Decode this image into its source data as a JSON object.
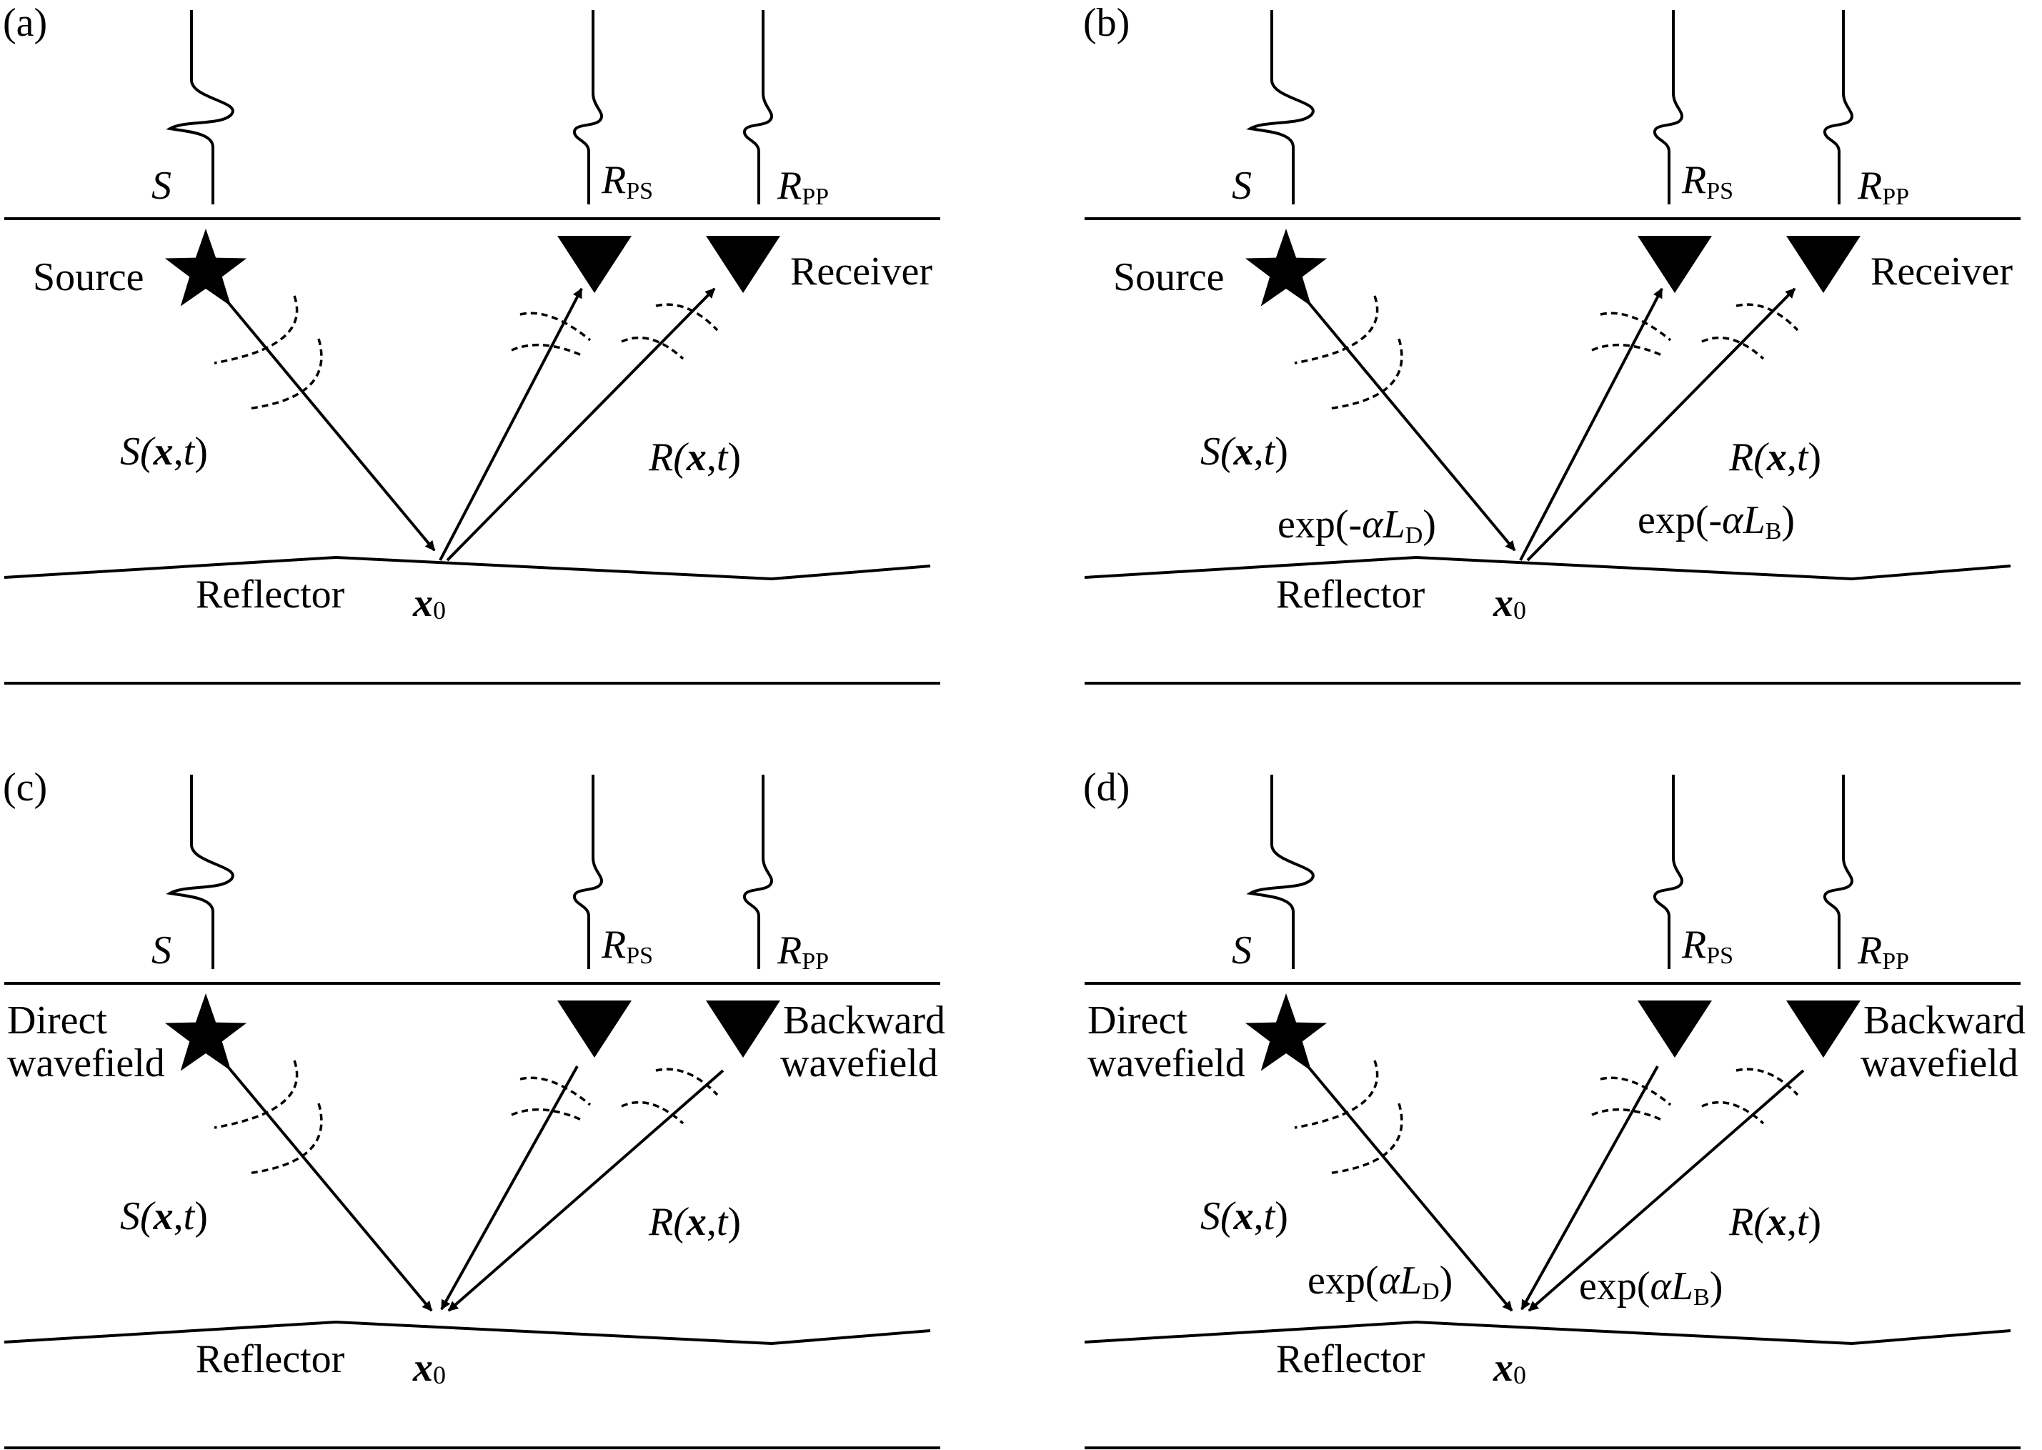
{
  "panels": [
    {
      "id": "a",
      "panel_label": "(a)",
      "source_label": "Source",
      "receiver_label": "Receiver",
      "trace_s": "S",
      "trace_rps_main": "R",
      "trace_rps_sub": "PS",
      "trace_rpp_main": "R",
      "trace_rpp_sub": "PP",
      "s_eq": {
        "a": "S(",
        "b": "x",
        "c": ",",
        "d": "t",
        "e": ")"
      },
      "r_eq": {
        "a": "R(",
        "b": "x",
        "c": ",",
        "d": "t",
        "e": ")"
      },
      "reflector_label": "Reflector",
      "x0": {
        "main": "x",
        "sub": "0"
      },
      "att_d": null,
      "att_b": null,
      "arrows_toward_receivers": true
    },
    {
      "id": "b",
      "panel_label": "(b)",
      "source_label": "Source",
      "receiver_label": "Receiver",
      "trace_s": "S",
      "trace_rps_main": "R",
      "trace_rps_sub": "PS",
      "trace_rpp_main": "R",
      "trace_rpp_sub": "PP",
      "s_eq": {
        "a": "S(",
        "b": "x",
        "c": ",",
        "d": "t",
        "e": ")"
      },
      "r_eq": {
        "a": "R(",
        "b": "x",
        "c": ",",
        "d": "t",
        "e": ")"
      },
      "reflector_label": "Reflector",
      "x0": {
        "main": "x",
        "sub": "0"
      },
      "att_d": {
        "pre": "exp(-",
        "alpha": "α",
        "L": "L",
        "sub": "D",
        "post": ")"
      },
      "att_b": {
        "pre": "exp(-",
        "alpha": "α",
        "L": "L",
        "sub": "B",
        "post": ")"
      },
      "arrows_toward_receivers": true
    },
    {
      "id": "c",
      "panel_label": "(c)",
      "source_label_1": "Direct",
      "source_label_2": "wavefield",
      "receiver_label_1": "Backward",
      "receiver_label_2": "wavefield",
      "trace_s": "S",
      "trace_rps_main": "R",
      "trace_rps_sub": "PS",
      "trace_rpp_main": "R",
      "trace_rpp_sub": "PP",
      "s_eq": {
        "a": "S(",
        "b": "x",
        "c": ",",
        "d": "t",
        "e": ")"
      },
      "r_eq": {
        "a": "R(",
        "b": "x",
        "c": ",",
        "d": "t",
        "e": ")"
      },
      "reflector_label": "Reflector",
      "x0": {
        "main": "x",
        "sub": "0"
      },
      "att_d": null,
      "att_b": null,
      "arrows_toward_receivers": false
    },
    {
      "id": "d",
      "panel_label": "(d)",
      "source_label_1": "Direct",
      "source_label_2": "wavefield",
      "receiver_label_1": "Backward",
      "receiver_label_2": "wavefield",
      "trace_s": "S",
      "trace_rps_main": "R",
      "trace_rps_sub": "PS",
      "trace_rpp_main": "R",
      "trace_rpp_sub": "PP",
      "s_eq": {
        "a": "S(",
        "b": "x",
        "c": ",",
        "d": "t",
        "e": ")"
      },
      "r_eq": {
        "a": "R(",
        "b": "x",
        "c": ",",
        "d": "t",
        "e": ")"
      },
      "reflector_label": "Reflector",
      "x0": {
        "main": "x",
        "sub": "0"
      },
      "att_d": {
        "pre": "exp(",
        "alpha": "α",
        "L": "L",
        "sub": "D",
        "post": ")"
      },
      "att_b": {
        "pre": "exp(",
        "alpha": "α",
        "L": "L",
        "sub": "B",
        "post": ")"
      },
      "arrows_toward_receivers": false
    }
  ],
  "icons": {
    "source": "star-icon",
    "receiver": "triangle-down-icon"
  }
}
